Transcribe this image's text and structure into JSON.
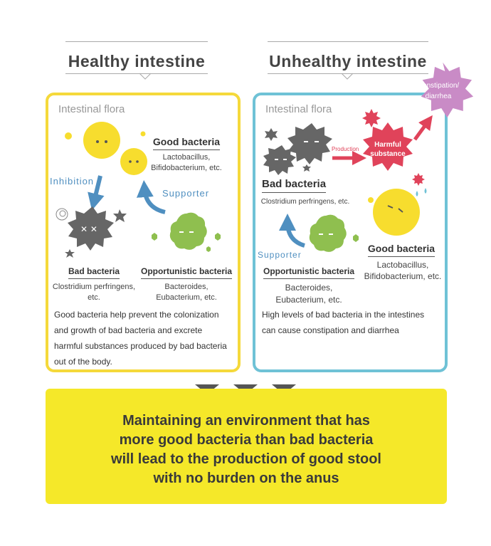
{
  "healthy": {
    "heading": "Healthy intestine",
    "panel_title": "Intestinal flora",
    "good_title": "Good bacteria",
    "good_sub": [
      "Lactobacillus,",
      "Bifidobacterium, etc."
    ],
    "inhibition": "Inhibition",
    "supporter": "Supporter",
    "bad_title": "Bad bacteria",
    "bad_sub": [
      "Clostridium perfringens,",
      "etc."
    ],
    "opp_title": "Opportunistic bacteria",
    "opp_sub": [
      "Bacteroides,",
      "Eubacterium, etc."
    ],
    "description": [
      "Good bacteria help prevent the colonization",
      "and growth of bad bacteria and excrete",
      "harmful substances produced by bad bacteria",
      "out of the body."
    ]
  },
  "unhealthy": {
    "heading": "Unhealthy intestine",
    "panel_title": "Intestinal flora",
    "production": "Production",
    "harmful": [
      "Harmful",
      "substance"
    ],
    "constipation": [
      "Constipation/",
      "diarrhea"
    ],
    "bad_title": "Bad bacteria",
    "bad_sub": "Clostridium perfringens, etc.",
    "supporter": "Supporter",
    "opp_title": "Opportunistic bacteria",
    "opp_sub": [
      "Bacteroides,",
      "Eubacterium, etc."
    ],
    "good_title": "Good bacteria",
    "good_sub": [
      "Lactobacillus,",
      "Bifidobacterium, etc."
    ],
    "description": [
      "High levels of bad bacteria in the intestines",
      "can cause constipation and diarrhea"
    ]
  },
  "conclusion": [
    "Maintaining an environment that has",
    "more good bacteria than bad bacteria",
    "will lead to the production of good stool",
    "with no burden on the anus"
  ],
  "colors": {
    "good": "#f7dd2e",
    "bad": "#666666",
    "opportunistic": "#8fbf4f",
    "harmful": "#e0435a",
    "constipation": "#c98bc6",
    "arrow_blue": "#4f8fc0",
    "arrow_red": "#e0435a",
    "yellow_border": "#f5d93b",
    "blue_border": "#6fc2d6",
    "conclusion_bg": "#f5e829"
  }
}
